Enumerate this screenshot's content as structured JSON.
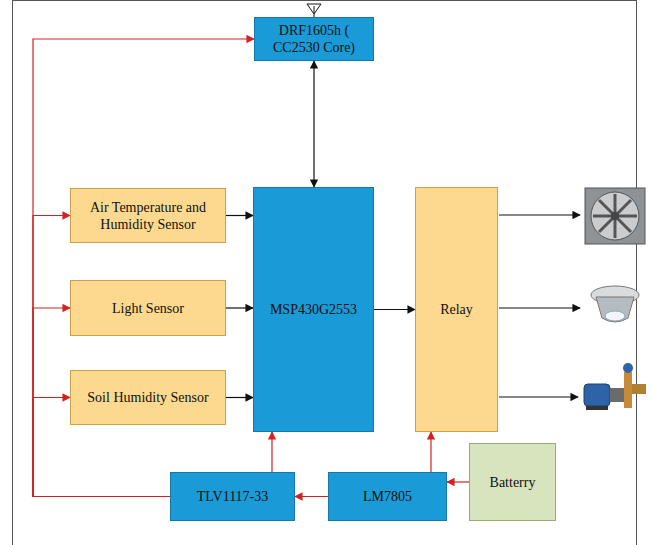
{
  "diagram": {
    "nodes": [
      {
        "text": [
          "DRF1605h ( CC2530 Core)"
        ]
      },
      {
        "text": [
          "Air Temperature and Humidity Sensor"
        ]
      },
      {
        "text": [
          "MSP430G2553"
        ]
      },
      {
        "text": [
          "Relay"
        ]
      },
      {
        "text": [
          "Light Sensor"
        ]
      },
      {
        "text": [
          "Soil Humidity Sensor"
        ]
      },
      {
        "text": [
          "TLV1117-33"
        ]
      },
      {
        "text": [
          "LM7805"
        ]
      },
      {
        "text": [
          "Batterry"
        ]
      }
    ],
    "edges": [
      {
        "from": 0,
        "to": 2,
        "arrow": "both"
      },
      {
        "from": 1,
        "to": 2,
        "arrow": "to"
      },
      {
        "from": 4,
        "to": 2,
        "arrow": "to"
      },
      {
        "from": 5,
        "to": 2,
        "arrow": "to"
      },
      {
        "from": 2,
        "to": 3,
        "arrow": "to"
      },
      {
        "from": 8,
        "to": 7,
        "arrow": "to"
      },
      {
        "from": 7,
        "to": 6,
        "arrow": "to"
      },
      {
        "from": 7,
        "to": 3,
        "arrow": "to"
      },
      {
        "from": 6,
        "to": 2,
        "arrow": "to"
      },
      {
        "from": 6,
        "to": 0,
        "arrow": "to"
      },
      {
        "from": 6,
        "to": 1,
        "arrow": "to"
      },
      {
        "from": 6,
        "to": 4,
        "arrow": "to"
      },
      {
        "from": 6,
        "to": 5,
        "arrow": "to"
      }
    ]
  }
}
